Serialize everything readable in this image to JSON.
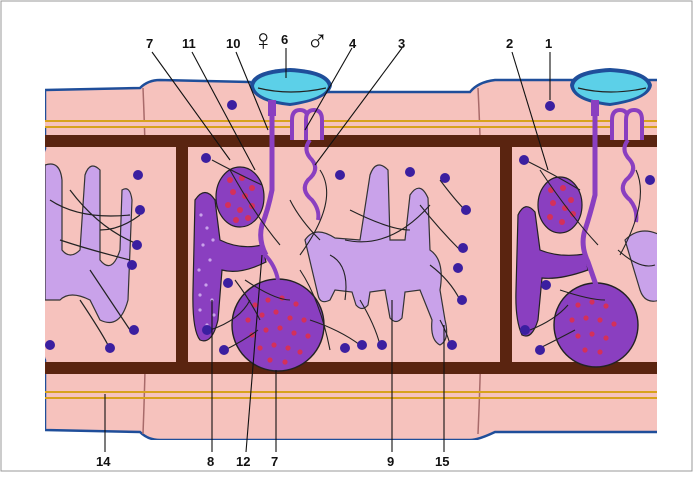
{
  "diagram": {
    "type": "anatomical-cross-section",
    "labels_top": [
      "7",
      "11",
      "10",
      "6",
      "4",
      "3",
      "2",
      "1"
    ],
    "labels_bottom": [
      "14",
      "8",
      "12",
      "7",
      "9",
      "15"
    ],
    "symbols": {
      "female": "♀",
      "male": "♂"
    }
  },
  "colors": {
    "body_wall": "#f6c2bd",
    "body_wall_dark": "#e9a6a2",
    "cuticle_line": "#1f4e9a",
    "muscle_band": "#d8a21c",
    "septum": "#5a2410",
    "organ_light": "#c9a2ea",
    "organ_dark": "#8a3fc0",
    "dot": "#3b1fa0",
    "egg": "#d4305a",
    "pore_fill": "#5cd0e8",
    "outline": "#222222"
  }
}
